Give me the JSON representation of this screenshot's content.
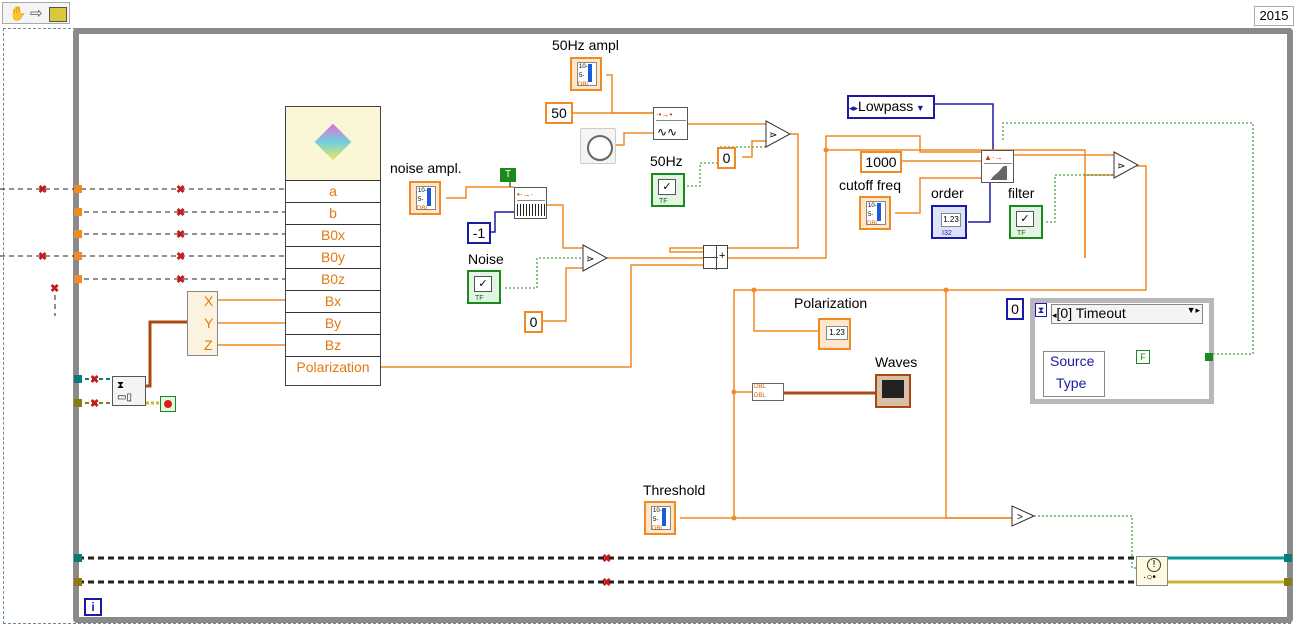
{
  "toolbar": {
    "hand_tool_icon": "hand-icon",
    "arrow_tool_icon": "arrow-icon",
    "run_icon": "run-arrow-icon"
  },
  "version_label": "2015",
  "loop_iteration_label": "i",
  "property_node": {
    "rows": [
      "a",
      "b",
      "B0x",
      "B0y",
      "B0z",
      "Bx",
      "By",
      "Bz",
      "Polarization"
    ]
  },
  "xyz_labels": [
    "X",
    "Y",
    "Z"
  ],
  "labels": {
    "noise_ampl": "noise ampl.",
    "hz50_ampl": "50Hz ampl",
    "hz50": "50Hz",
    "noise": "Noise",
    "cutoff_freq": "cutoff freq",
    "order": "order",
    "filter": "filter",
    "polarization": "Polarization",
    "waves": "Waves",
    "threshold": "Threshold"
  },
  "constants": {
    "fifty": "50",
    "zero_a": "0",
    "zero_b": "0",
    "minus_one": "-1",
    "thousand": "1000",
    "timeout_ms": "0",
    "true_const": "T",
    "false_const": "F"
  },
  "filter_type": "Lowpass",
  "event_structure": {
    "case_label": "[0] Timeout",
    "source_label": "Source",
    "type_label": "Type"
  },
  "indicator_tags": {
    "dbl": "DBL",
    "tf": "TF",
    "i32": "I32",
    "num_display": "1.23",
    "dbl_scale_top": "10-",
    "dbl_scale_mid": "5-"
  },
  "colors": {
    "orange_wire": "#f08a24",
    "blue_wire": "#1a1aa8",
    "green_wire": "#1a8a1a",
    "error_wire": "#8a7a10",
    "ref_wire": "#0a7a7a",
    "loop_border": "#8a8a8a"
  }
}
